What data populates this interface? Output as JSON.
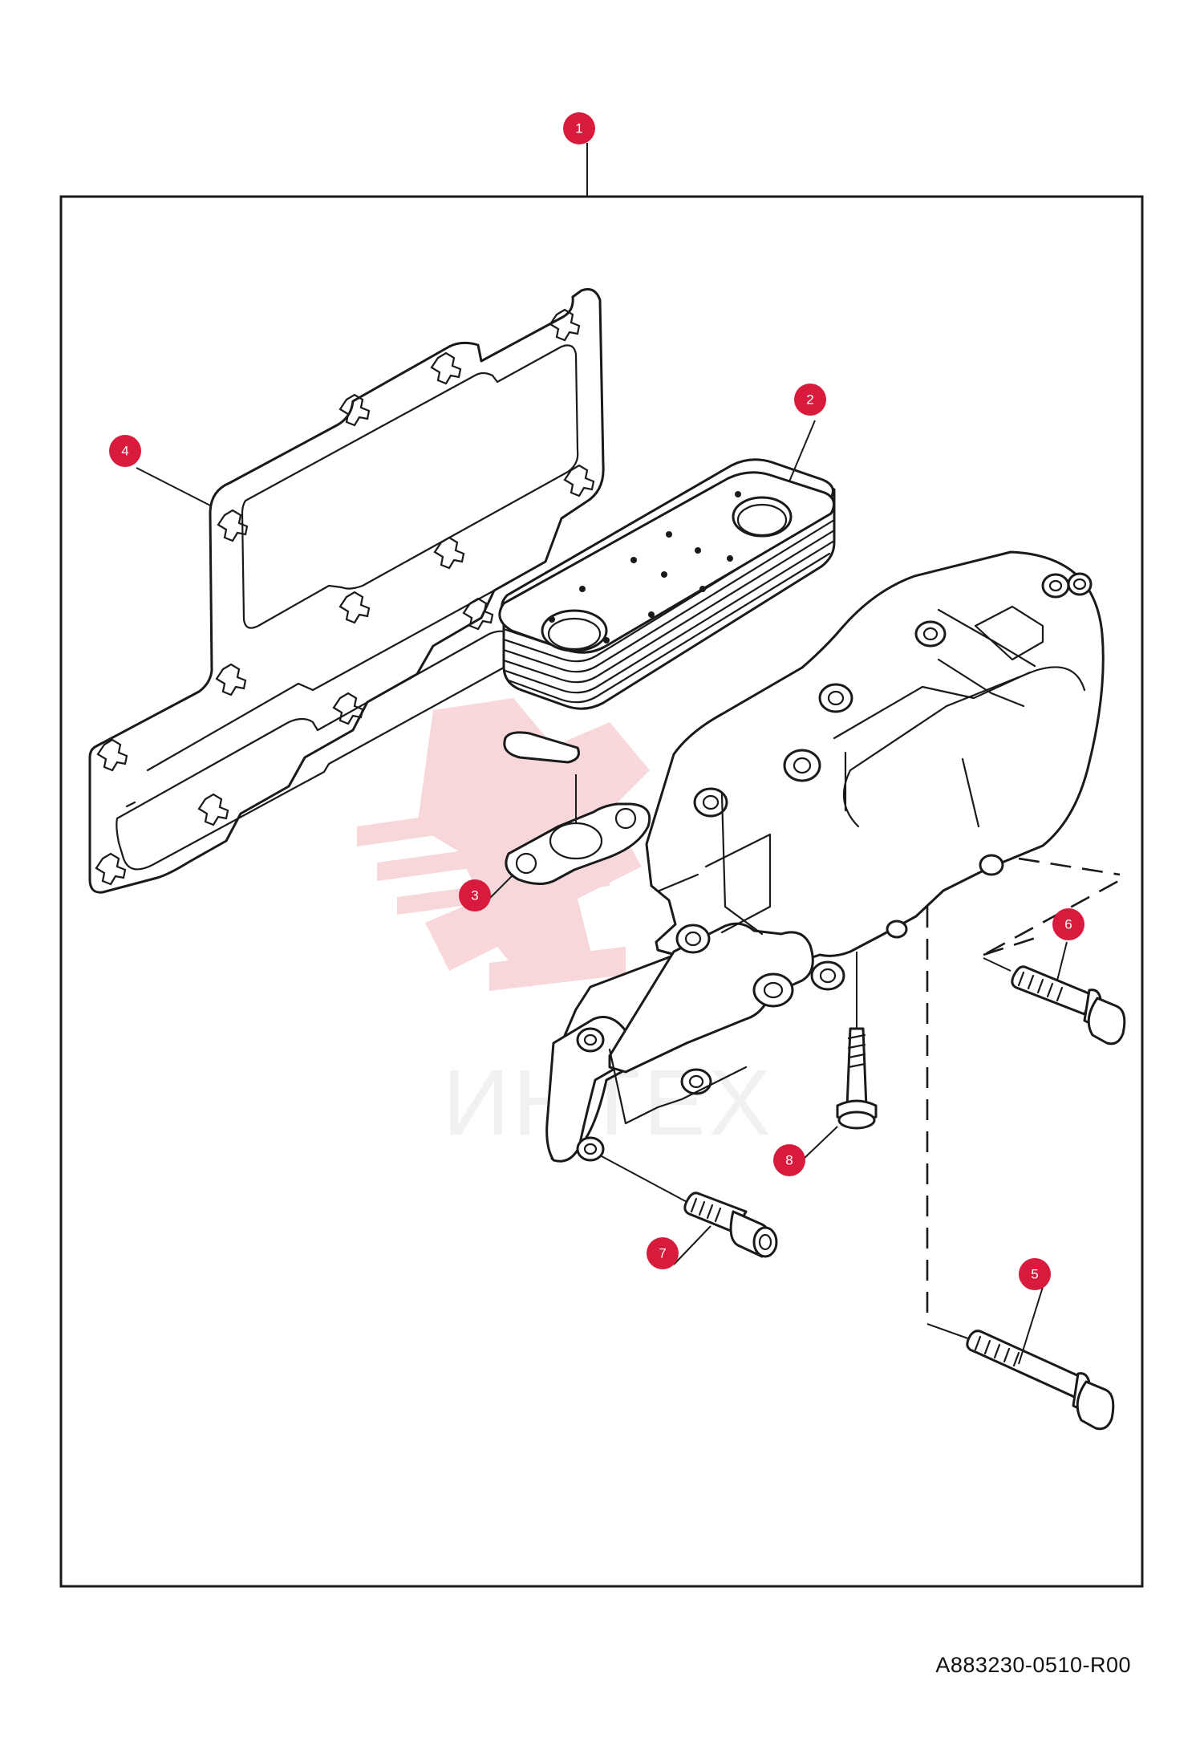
{
  "diagram": {
    "callouts": [
      {
        "id": "1",
        "label": "1"
      },
      {
        "id": "2",
        "label": "2"
      },
      {
        "id": "3",
        "label": "3"
      },
      {
        "id": "4",
        "label": "4"
      },
      {
        "id": "5",
        "label": "5"
      },
      {
        "id": "6",
        "label": "6"
      },
      {
        "id": "7",
        "label": "7"
      },
      {
        "id": "8",
        "label": "8"
      }
    ],
    "watermark_text": "ИНТЕХ",
    "drawing_number": "A883230-0510-R00",
    "colors": {
      "callout": "#d81b3c",
      "line": "#1a1a1a",
      "watermark": "#f6c9cd"
    }
  }
}
